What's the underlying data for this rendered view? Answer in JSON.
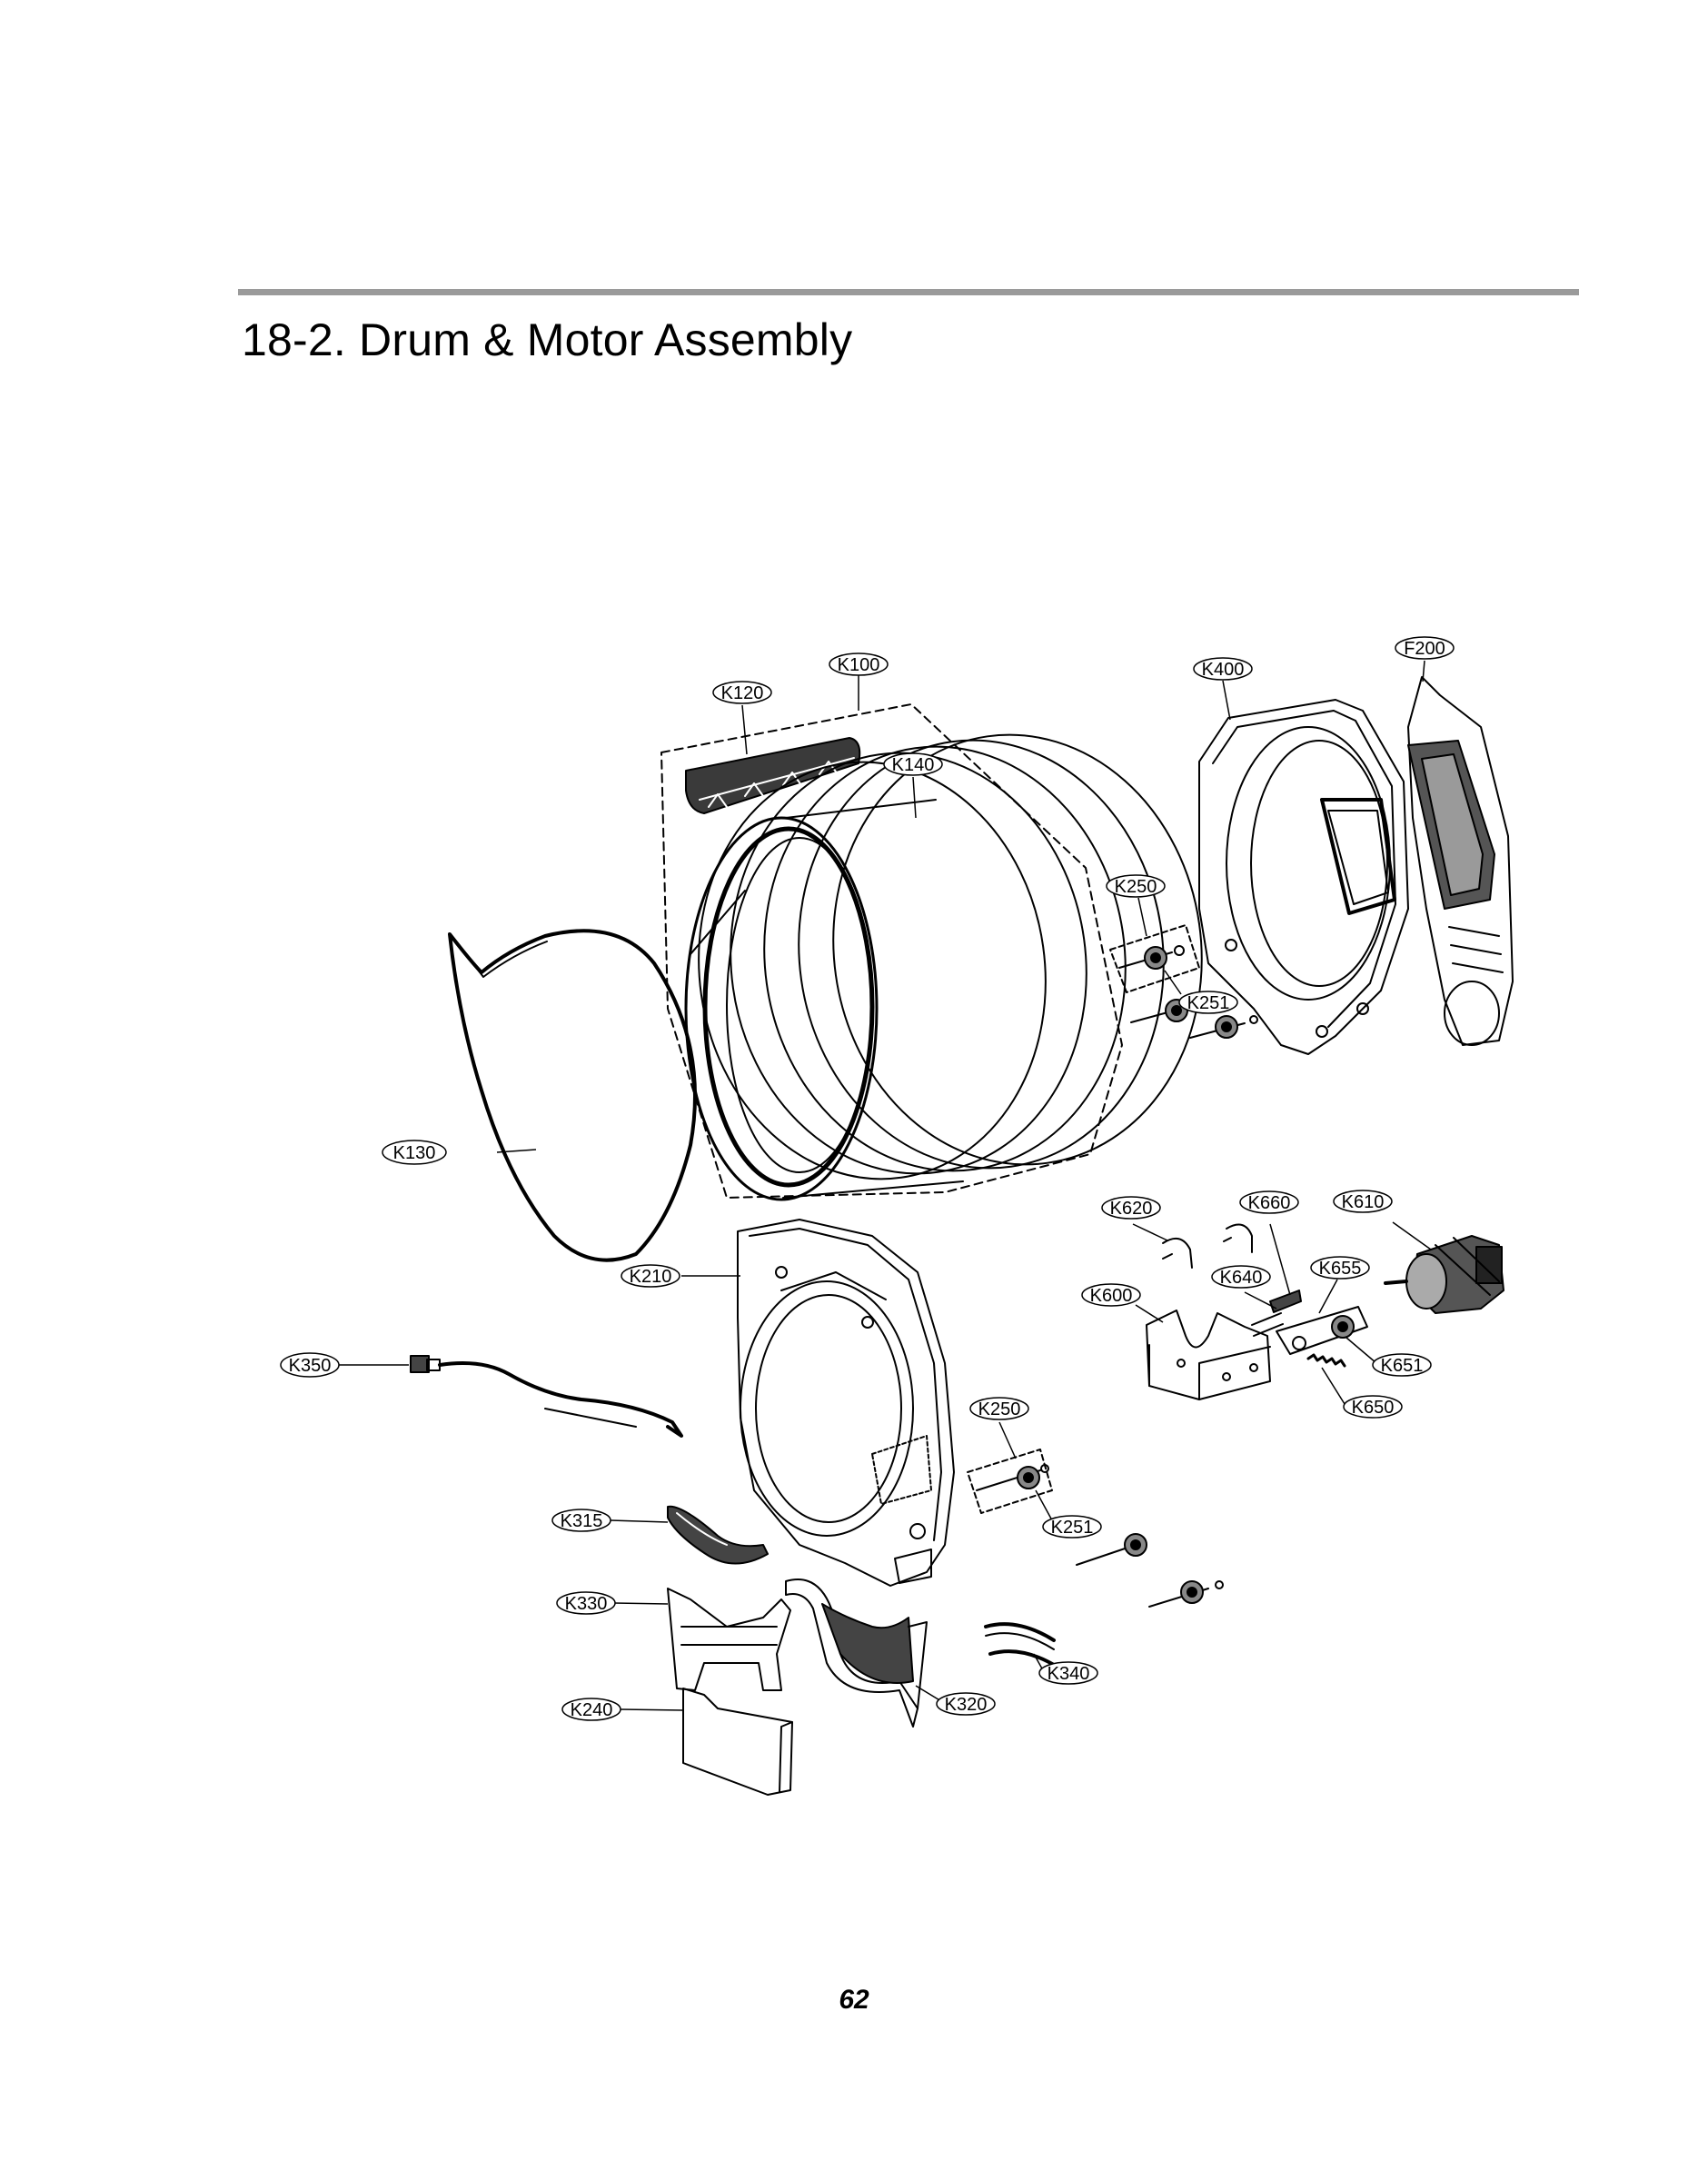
{
  "header": {
    "title": "18-2. Drum & Motor Assembly"
  },
  "callouts": {
    "K100": "K100",
    "K120": "K120",
    "K140": "K140",
    "K130": "K130",
    "K400": "K400",
    "F200": "F200",
    "K250_top": "K250",
    "K251_top": "K251",
    "K210": "K210",
    "K350": "K350",
    "K315": "K315",
    "K330": "K330",
    "K240": "K240",
    "K320": "K320",
    "K340": "K340",
    "K250_bottom": "K250",
    "K251_bottom": "K251",
    "K620": "K620",
    "K660": "K660",
    "K610": "K610",
    "K640": "K640",
    "K655": "K655",
    "K600": "K600",
    "K651": "K651",
    "K650": "K650"
  },
  "footer": {
    "page_number": "62"
  }
}
